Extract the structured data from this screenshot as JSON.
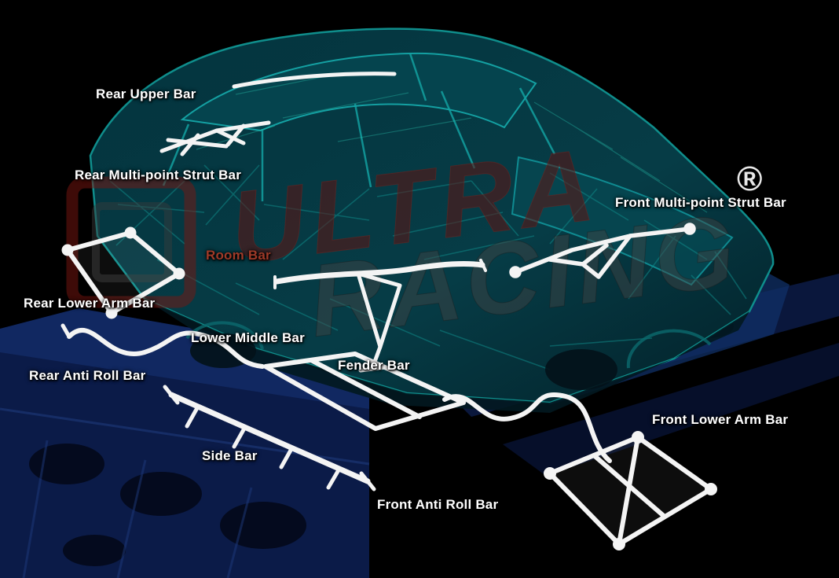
{
  "brand": {
    "watermark_top": "ULTRA",
    "watermark_bottom": "RACING",
    "registered_mark": "®"
  },
  "labels": {
    "rear_upper_bar": "Rear Upper Bar",
    "rear_multi_point_strut_bar": "Rear Multi-point Strut Bar",
    "front_multi_point_strut_bar": "Front Multi-point Strut Bar",
    "room_bar": "Room Bar",
    "rear_lower_arm_bar": "Rear Lower Arm Bar",
    "lower_middle_bar": "Lower Middle Bar",
    "rear_anti_roll_bar": "Rear Anti Roll Bar",
    "fender_bar": "Fender Bar",
    "side_bar": "Side Bar",
    "front_anti_roll_bar": "Front Anti Roll Bar",
    "front_lower_arm_bar": "Front Lower Arm Bar"
  },
  "colors": {
    "background": "#000000",
    "label_text": "#ffffff",
    "room_bar_label": "#9e3a28",
    "car_frame_teal": "#0f8e8c",
    "floor_frame_blue": "#0c1c4c",
    "bar_white": "#f4f4f4",
    "watermark_red": "#5e1310",
    "watermark_gray": "#454545"
  }
}
